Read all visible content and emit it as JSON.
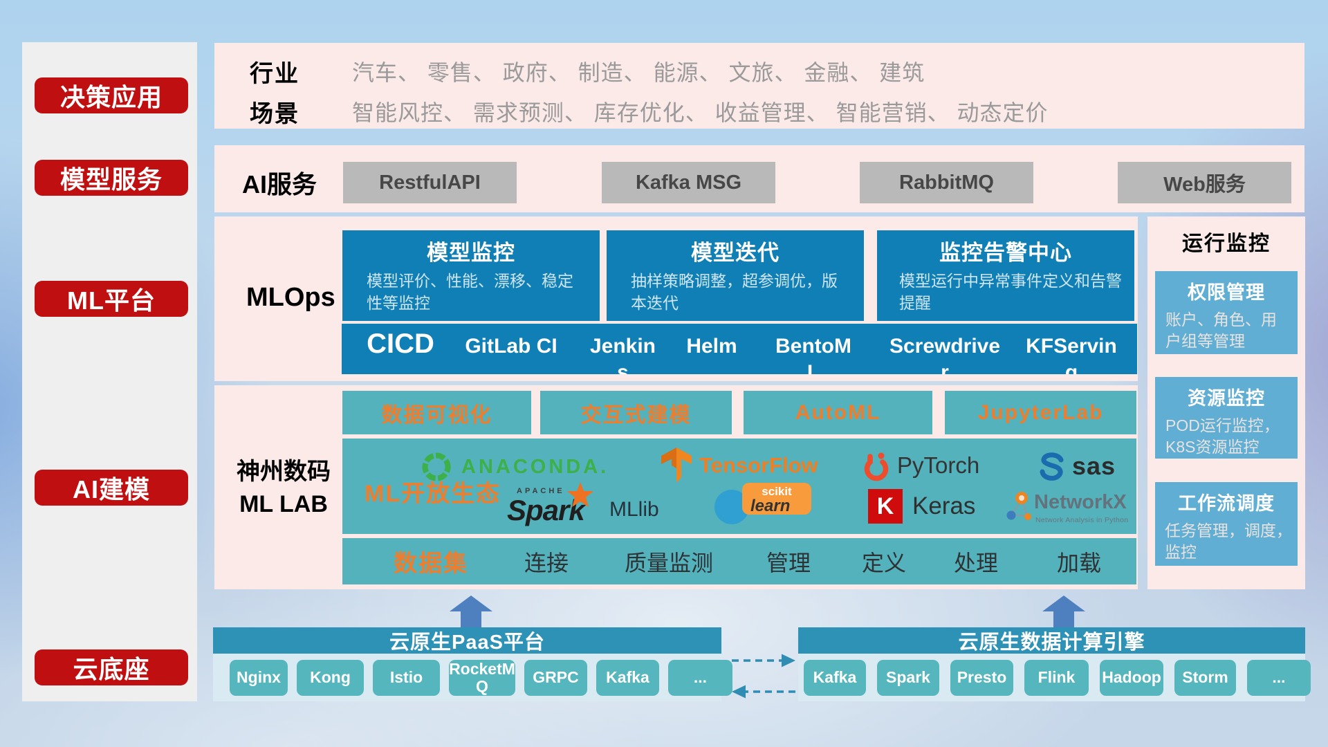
{
  "sidebar": {
    "items": [
      {
        "label": "决策应用"
      },
      {
        "label": "模型服务"
      },
      {
        "label": "ML平台"
      },
      {
        "label": "AI建模"
      },
      {
        "label": "云底座"
      }
    ]
  },
  "industry_panel": {
    "row1_label": "行业",
    "row1_text": "汽车、 零售、 政府、 制造、 能源、 文旅、 金融、 建筑",
    "row2_label": "场景",
    "row2_text": "智能风控、 需求预测、 库存优化、 收益管理、 智能营销、 动态定价"
  },
  "ai_service_panel": {
    "label": "AI服务",
    "services": [
      "RestfulAPI",
      "Kafka MSG",
      "RabbitMQ",
      "Web服务"
    ]
  },
  "mlops_panel": {
    "label": "MLOps",
    "boxes": [
      {
        "title": "模型监控",
        "desc": "模型评价、性能、漂移、稳定性等监控"
      },
      {
        "title": "模型迭代",
        "desc": "抽样策略调整，超参调优，版本迭代"
      },
      {
        "title": "监控告警中心",
        "desc": "模型运行中异常事件定义和告警提醒"
      }
    ],
    "cicd": {
      "title": "CICD",
      "tools": [
        "GitLab CI",
        "Jenkins",
        "Helm",
        "BentoML",
        "Screwdriver",
        "KFServing"
      ]
    }
  },
  "mllab_panel": {
    "label_line1": "神州数码",
    "label_line2": "ML LAB",
    "tools": [
      "数据可视化",
      "交互式建模",
      "AutoML",
      "JupyterLab"
    ],
    "ecosystem": {
      "label": "ML开放生态",
      "logos": {
        "anaconda": {
          "text": "ANACONDA."
        },
        "tensorflow": {
          "text": "TensorFlow"
        },
        "pytorch": {
          "text": "PyTorch"
        },
        "sas": {
          "text": "sas"
        },
        "spark": {
          "apache": "APACHE",
          "text": "Spark",
          "mllib": "MLlib"
        },
        "sklearn": {
          "line1": "scikit",
          "line2": "learn"
        },
        "keras": {
          "k": "K",
          "text": "Keras"
        },
        "networkx": {
          "text": "NetworkX",
          "subtext": "Network Analysis in Python"
        }
      }
    },
    "dataset": {
      "label": "数据集",
      "items": [
        "连接",
        "质量监测",
        "管理",
        "定义",
        "处理",
        "加载"
      ]
    }
  },
  "monitor_panel": {
    "title": "运行监控",
    "boxes": [
      {
        "title": "权限管理",
        "desc": "账户、角色、用户组等管理"
      },
      {
        "title": "资源监控",
        "desc": "POD运行监控，K8S资源监控"
      },
      {
        "title": "工作流调度",
        "desc": "任务管理，调度，监控"
      }
    ]
  },
  "paas_group": {
    "title": "云原生PaaS平台",
    "items": [
      "Nginx",
      "Kong",
      "Istio",
      "RocketMQ",
      "GRPC",
      "Kafka",
      "..."
    ]
  },
  "engine_group": {
    "title": "云原生数据计算引擎",
    "items": [
      "Kafka",
      "Spark",
      "Presto",
      "Flink",
      "Hadoop",
      "Storm",
      "..."
    ]
  },
  "colors": {
    "red": "#c00f10",
    "panel_pink": "#fceae8",
    "mlops_blue": "#0f7fb6",
    "monitor_blue": "#60aed3",
    "teal": "#53b2bb",
    "header_teal": "#2e92b7",
    "orange": "#ee7e2d",
    "arrow_blue": "#4e7fbe"
  }
}
